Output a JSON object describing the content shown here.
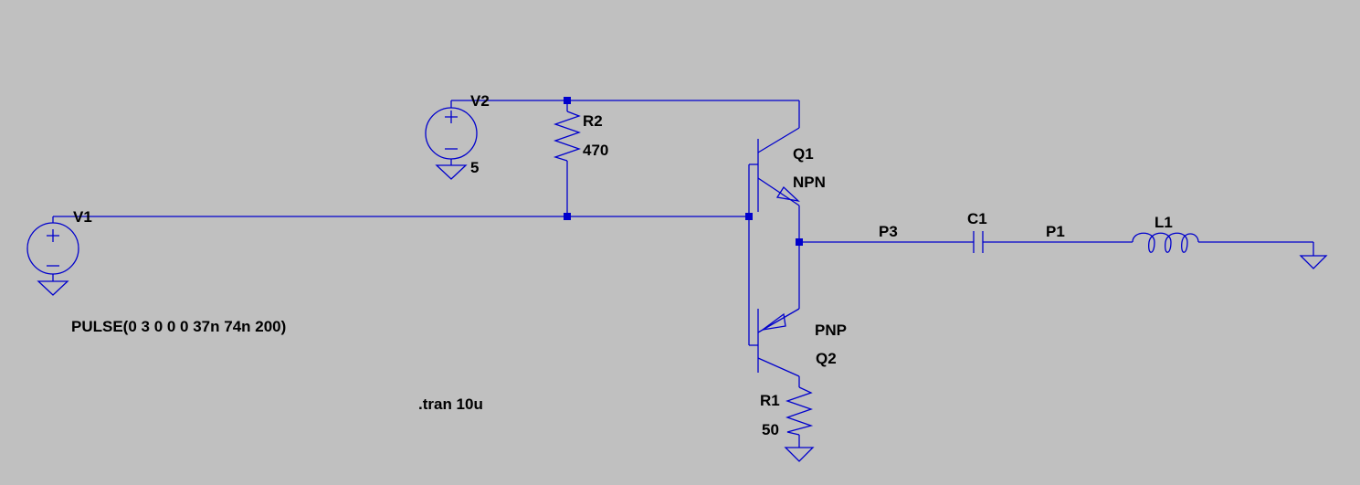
{
  "colors": {
    "background": "#c0c0c0",
    "wire": "#0000cc",
    "text": "#000000"
  },
  "components": {
    "v1": {
      "name": "V1",
      "value": "PULSE(0 3 0 0 0 37n 74n 200)"
    },
    "v2": {
      "name": "V2",
      "value": "5"
    },
    "r2": {
      "name": "R2",
      "value": "470"
    },
    "r1": {
      "name": "R1",
      "value": "50"
    },
    "q1": {
      "name": "Q1",
      "model": "NPN"
    },
    "q2": {
      "name": "Q2",
      "model": "PNP"
    },
    "c1": {
      "name": "C1"
    },
    "l1": {
      "name": "L1"
    }
  },
  "nets": {
    "p3": "P3",
    "p1": "P1"
  },
  "directive": ".tran 10u"
}
